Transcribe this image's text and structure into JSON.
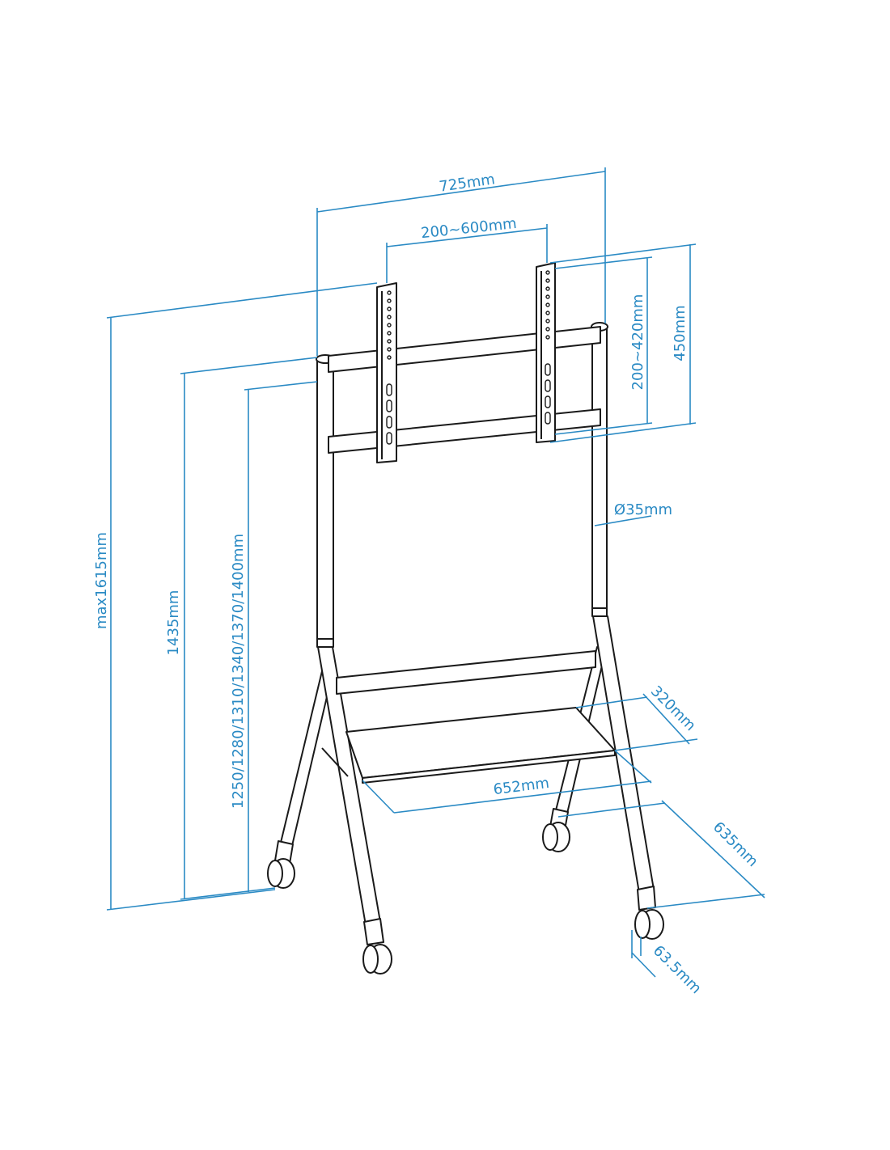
{
  "colors": {
    "dimension": "#2a8ac4",
    "outline": "#1a1a1a",
    "background": "#ffffff"
  },
  "dimensions": {
    "overall_width": "725mm",
    "vesa_horizontal": "200~600mm",
    "bracket_height": "450mm",
    "vesa_vertical": "200~420mm",
    "max_height": "max1615mm",
    "post_height": "1435mm",
    "center_heights": "1250/1280/1310/1340/1370/1400mm",
    "tube_diameter": "Ø35mm",
    "shelf_depth": "320mm",
    "shelf_width": "652mm",
    "base_depth": "635mm",
    "caster_size": "63.5mm"
  }
}
